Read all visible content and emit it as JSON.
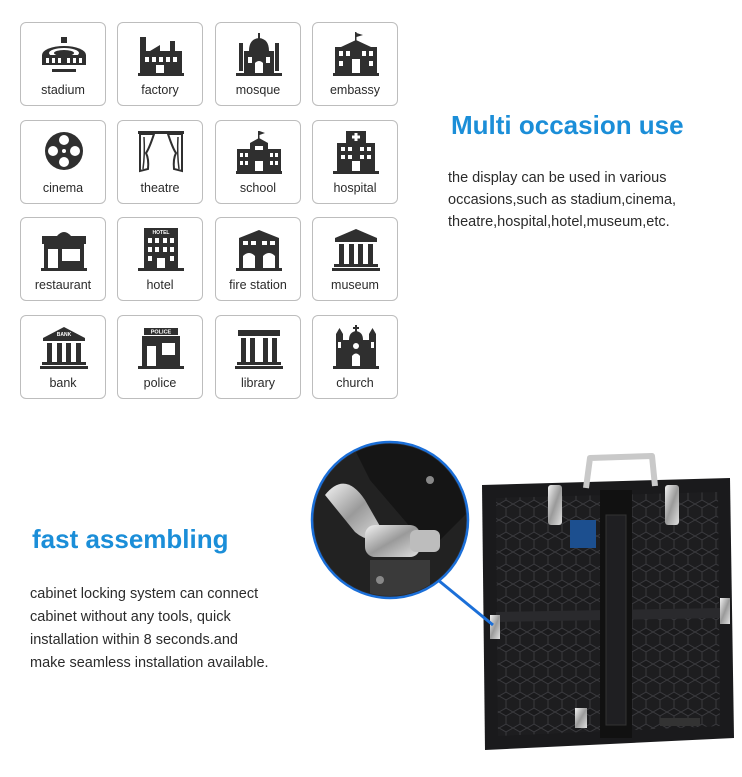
{
  "occasions": [
    {
      "label": "stadium",
      "icon": "stadium-icon"
    },
    {
      "label": "factory",
      "icon": "factory-icon"
    },
    {
      "label": "mosque",
      "icon": "mosque-icon"
    },
    {
      "label": "embassy",
      "icon": "embassy-icon"
    },
    {
      "label": "cinema",
      "icon": "film-reel-icon"
    },
    {
      "label": "theatre",
      "icon": "theatre-curtain-icon"
    },
    {
      "label": "school",
      "icon": "school-icon"
    },
    {
      "label": "hospital",
      "icon": "hospital-icon"
    },
    {
      "label": "restaurant",
      "icon": "restaurant-icon"
    },
    {
      "label": "hotel",
      "icon": "hotel-icon"
    },
    {
      "label": "fire station",
      "icon": "fire-station-icon"
    },
    {
      "label": "museum",
      "icon": "museum-icon"
    },
    {
      "label": "bank",
      "icon": "bank-icon"
    },
    {
      "label": "police",
      "icon": "police-icon"
    },
    {
      "label": "library",
      "icon": "library-icon"
    },
    {
      "label": "church",
      "icon": "church-icon"
    }
  ],
  "icon_signs": {
    "bank": "BANK",
    "police": "POLICE",
    "hotel": "HOTEL"
  },
  "multi": {
    "title": "Multi occasion use",
    "lines": [
      "the display can be used in various",
      "occasions,such as stadium,cinema,",
      "theatre,hospital,hotel,museum,etc."
    ]
  },
  "assembly": {
    "title": "fast assembling",
    "lines": [
      "cabinet locking system can connect",
      "cabinet without any tools, quick",
      "installation within 8 seconds.and",
      "make seamless installation available."
    ]
  },
  "colors": {
    "accent": "#1b8ed8",
    "icon": "#2f2f2f",
    "tile_border": "#bdbdbd"
  }
}
